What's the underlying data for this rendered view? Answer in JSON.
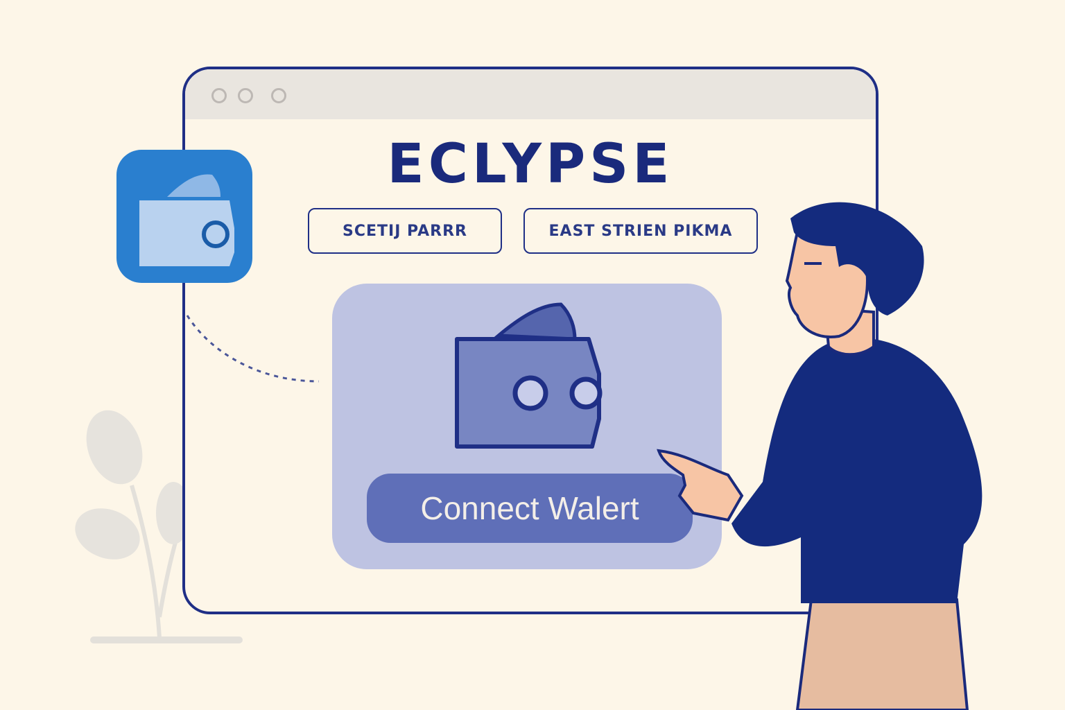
{
  "brand": {
    "title": "ECLYPSE"
  },
  "nav": {
    "button_1": "SCETIJ PARRR",
    "button_2": "EAST STRIEN PIKMA"
  },
  "card": {
    "connect_label": "Connect Walert"
  },
  "colors": {
    "navy": "#1a2a7c",
    "background": "#fdf6e8",
    "card": "#bec3e2",
    "button": "#5f6fb8",
    "app_icon": "#2a7fcf"
  },
  "icons": {
    "app": "wallet-icon",
    "card": "wallet-icon"
  }
}
